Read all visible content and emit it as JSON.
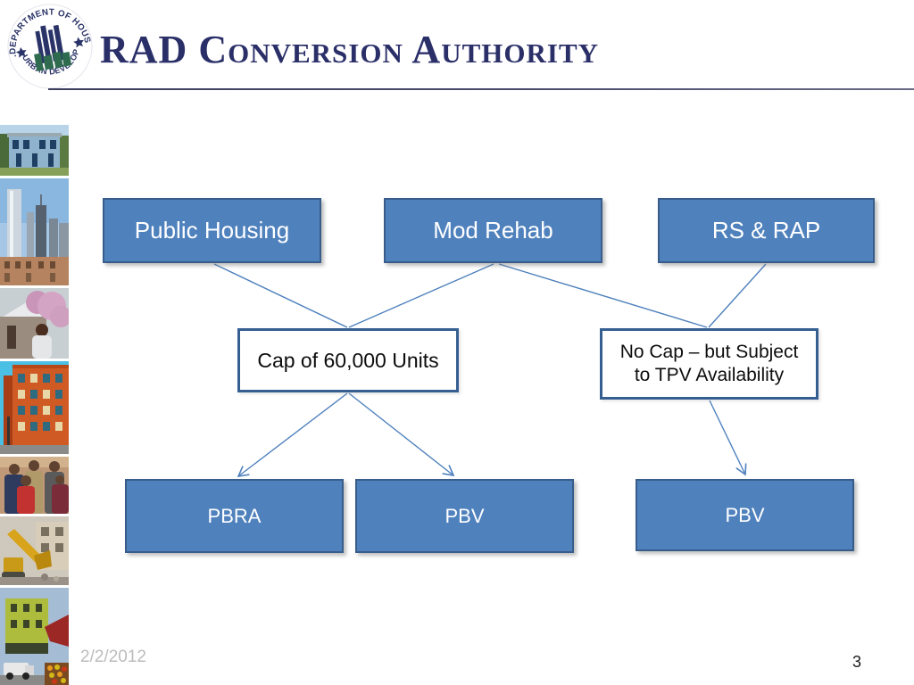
{
  "header": {
    "title": "RAD Conversion Authority",
    "logo": {
      "name": "hud-seal",
      "text_top": "U.S.DEPARTMENT OF HOUSING",
      "text_bottom": "AND URBAN DEVELOPMENT"
    }
  },
  "flowchart": {
    "nodes": {
      "public_housing": {
        "label": "Public Housing"
      },
      "mod_rehab": {
        "label": "Mod Rehab"
      },
      "rs_rap": {
        "label": "RS & RAP"
      },
      "cap": {
        "label": "Cap of 60,000 Units"
      },
      "no_cap": {
        "label_line1": "No Cap – but Subject",
        "label_line2": "to TPV Availability"
      },
      "pbra": {
        "label": "PBRA"
      },
      "pbv_left": {
        "label": "PBV"
      },
      "pbv_right": {
        "label": "PBV"
      }
    },
    "edges": [
      {
        "from": "public_housing",
        "to": "cap",
        "arrow": false
      },
      {
        "from": "mod_rehab",
        "to": "cap",
        "arrow": false
      },
      {
        "from": "mod_rehab",
        "to": "no_cap",
        "arrow": false
      },
      {
        "from": "rs_rap",
        "to": "no_cap",
        "arrow": false
      },
      {
        "from": "cap",
        "to": "pbra",
        "arrow": true
      },
      {
        "from": "cap",
        "to": "pbv_left",
        "arrow": true
      },
      {
        "from": "no_cap",
        "to": "pbv_right",
        "arrow": true
      }
    ]
  },
  "sidebar_photos": [
    {
      "name": "blue-house-photo"
    },
    {
      "name": "city-skyline-photo"
    },
    {
      "name": "house-with-flowering-tree-photo"
    },
    {
      "name": "orange-apartment-building-photo"
    },
    {
      "name": "family-group-photo"
    },
    {
      "name": "demolition-excavator-photo"
    },
    {
      "name": "green-building-market-photo"
    }
  ],
  "footer": {
    "date": "2/2/2012",
    "page_number": "3"
  },
  "colors": {
    "node_fill": "#4f81bd",
    "node_border": "#385d8a",
    "white_node_border": "#365f91",
    "connector": "#4f81bd",
    "title_text": "#2a2f68",
    "date_text": "#bcbcbc"
  }
}
